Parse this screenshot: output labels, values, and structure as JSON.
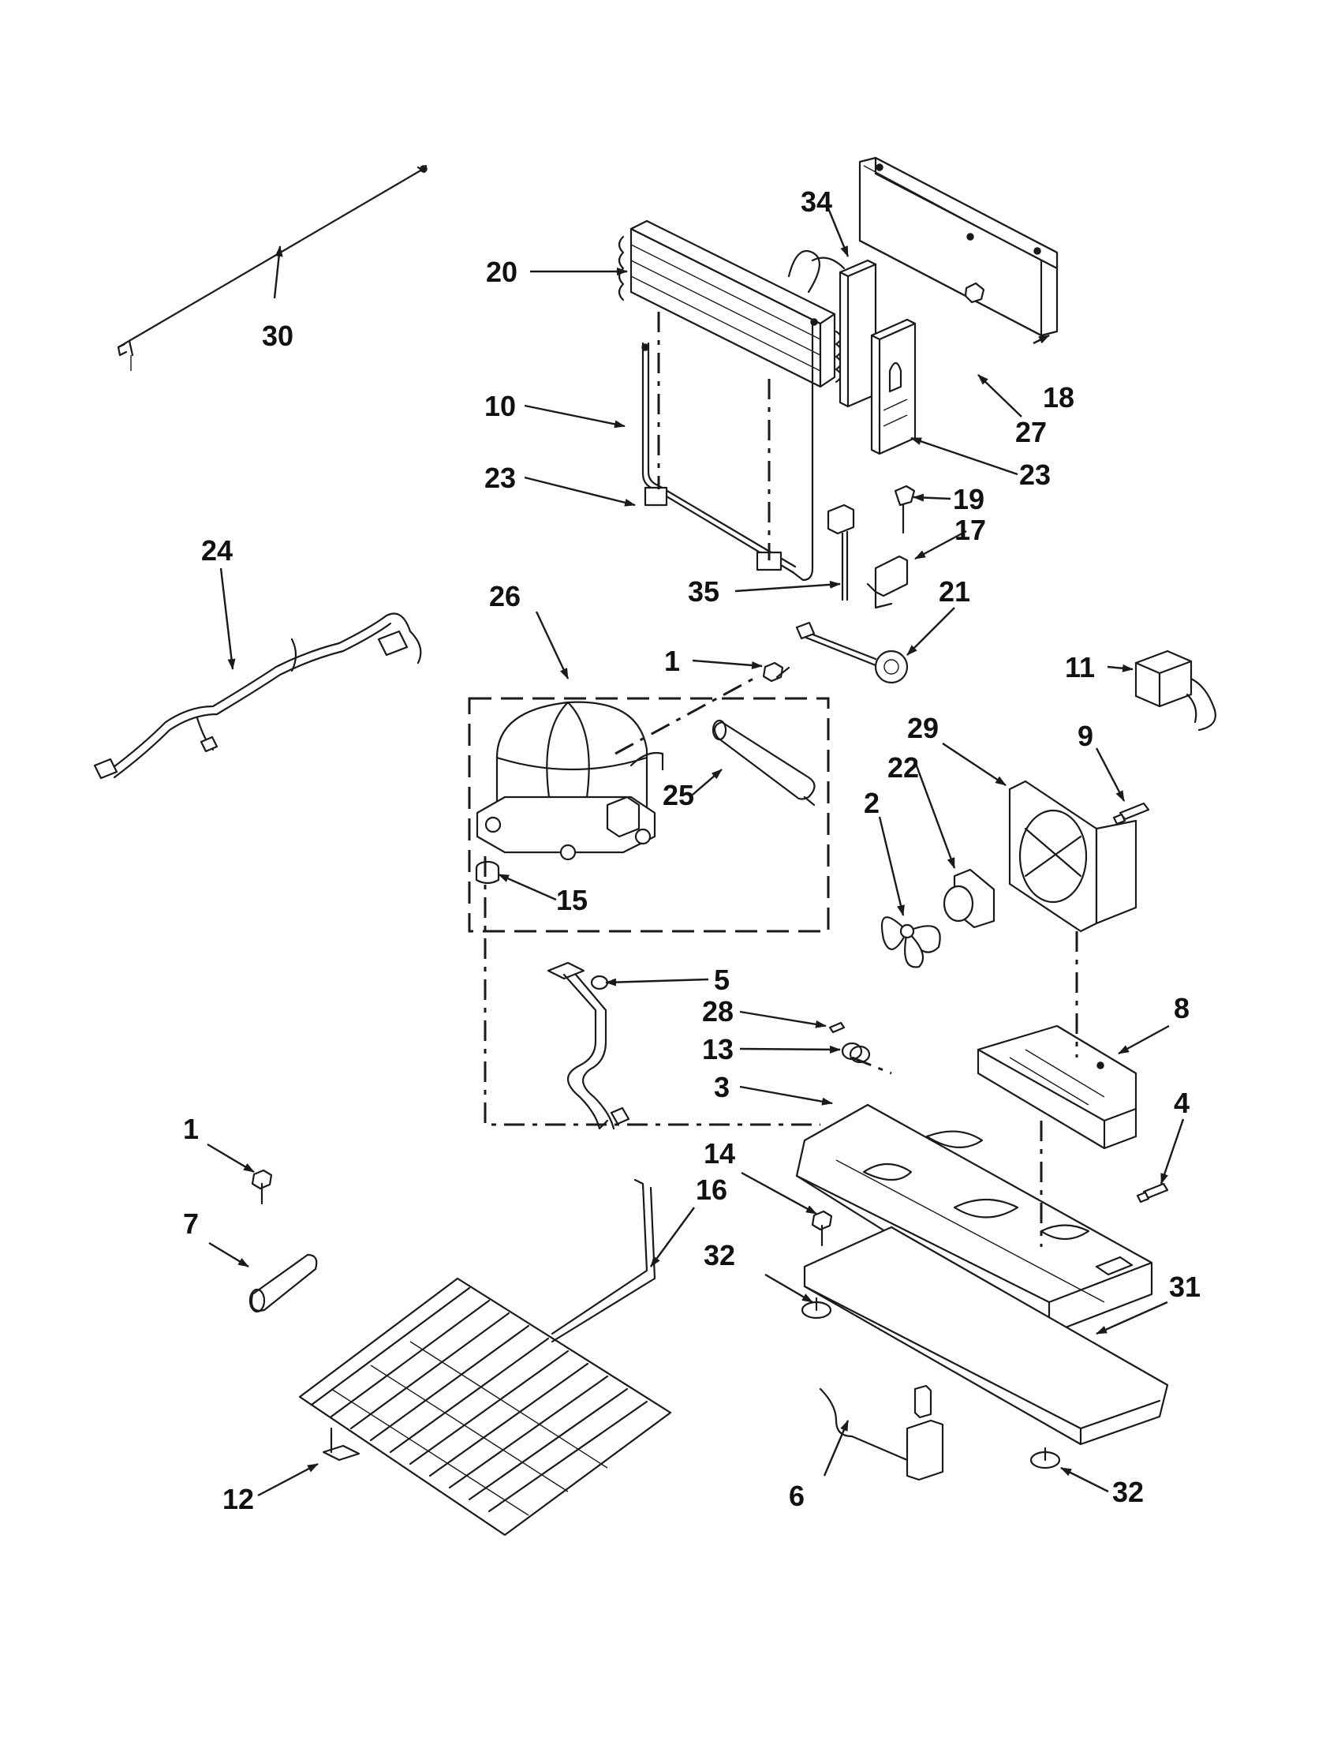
{
  "diagram": {
    "callouts": {
      "c1a": "1",
      "c1b": "1",
      "c2": "2",
      "c3": "3",
      "c4": "4",
      "c5": "5",
      "c6": "6",
      "c7": "7",
      "c8": "8",
      "c9": "9",
      "c10": "10",
      "c11": "11",
      "c12": "12",
      "c13": "13",
      "c14": "14",
      "c15": "15",
      "c16": "16",
      "c17": "17",
      "c18": "18",
      "c19": "19",
      "c20": "20",
      "c21": "21",
      "c22": "22",
      "c23a": "23",
      "c23b": "23",
      "c24": "24",
      "c25": "25",
      "c26": "26",
      "c27": "27",
      "c28": "28",
      "c29": "29",
      "c30": "30",
      "c31": "31",
      "c32a": "32",
      "c32b": "32",
      "c34": "34",
      "c35": "35"
    }
  }
}
